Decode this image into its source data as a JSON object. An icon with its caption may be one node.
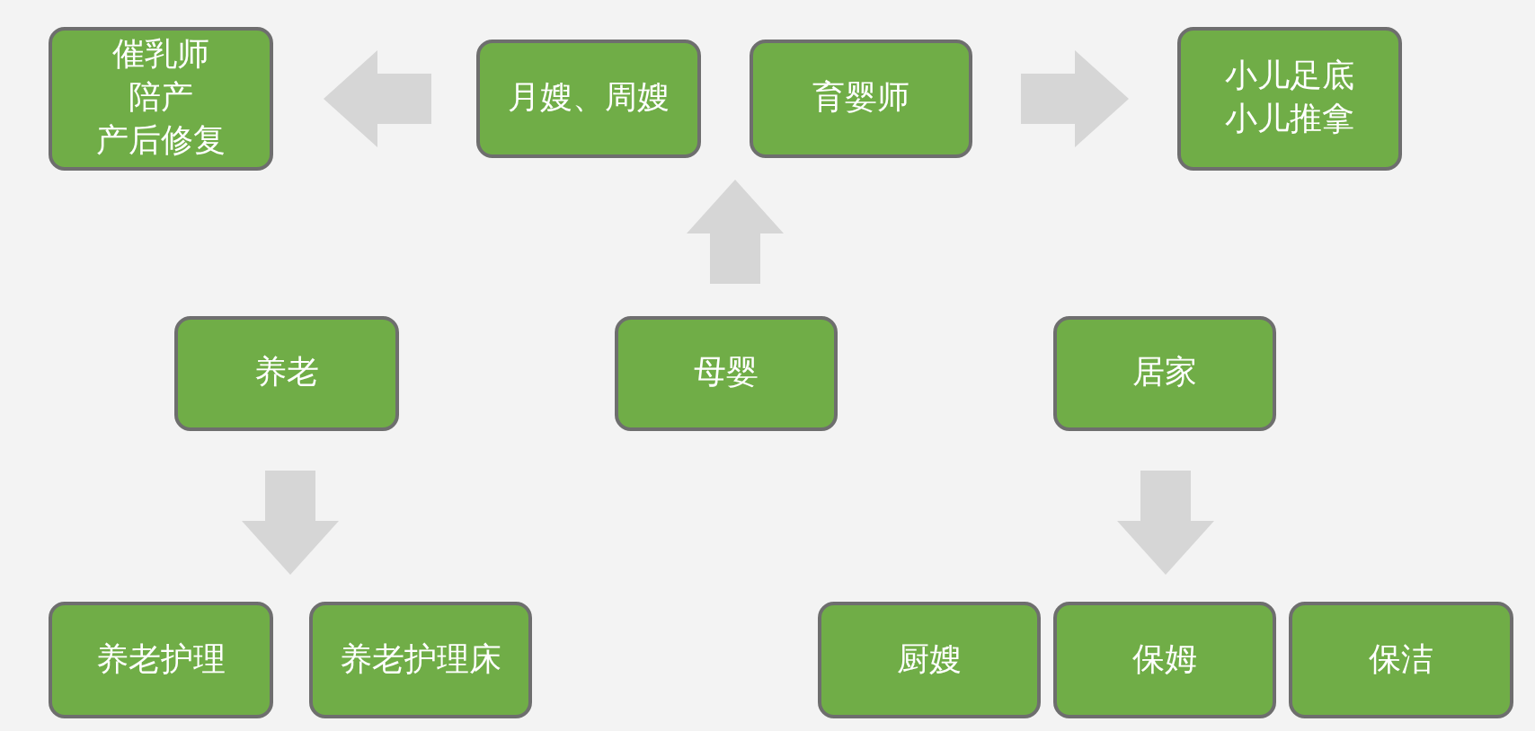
{
  "diagram": {
    "nodes": [
      {
        "text": [
          "催乳师",
          "陪产",
          "产后修复"
        ]
      },
      {
        "text": [
          "月嫂、周嫂"
        ]
      },
      {
        "text": [
          "育婴师"
        ]
      },
      {
        "text": [
          "小儿足底",
          "小儿推拿"
        ]
      },
      {
        "text": [
          "养老"
        ]
      },
      {
        "text": [
          "母婴"
        ]
      },
      {
        "text": [
          "居家"
        ]
      },
      {
        "text": [
          "养老护理"
        ]
      },
      {
        "text": [
          "养老护理床"
        ]
      },
      {
        "text": [
          "厨嫂"
        ]
      },
      {
        "text": [
          "保姆"
        ]
      },
      {
        "text": [
          "保洁"
        ]
      }
    ],
    "edges": [
      {
        "from": 5,
        "to": 1,
        "arrow": "to"
      },
      {
        "from": 5,
        "to": 2,
        "arrow": "to"
      },
      {
        "from": 1,
        "to": 0,
        "arrow": "to"
      },
      {
        "from": 2,
        "to": 3,
        "arrow": "to"
      },
      {
        "from": 4,
        "to": 7,
        "arrow": "to"
      },
      {
        "from": 4,
        "to": 8,
        "arrow": "to"
      },
      {
        "from": 6,
        "to": 9,
        "arrow": "to"
      },
      {
        "from": 6,
        "to": 10,
        "arrow": "to"
      },
      {
        "from": 6,
        "to": 11,
        "arrow": "to"
      }
    ]
  }
}
